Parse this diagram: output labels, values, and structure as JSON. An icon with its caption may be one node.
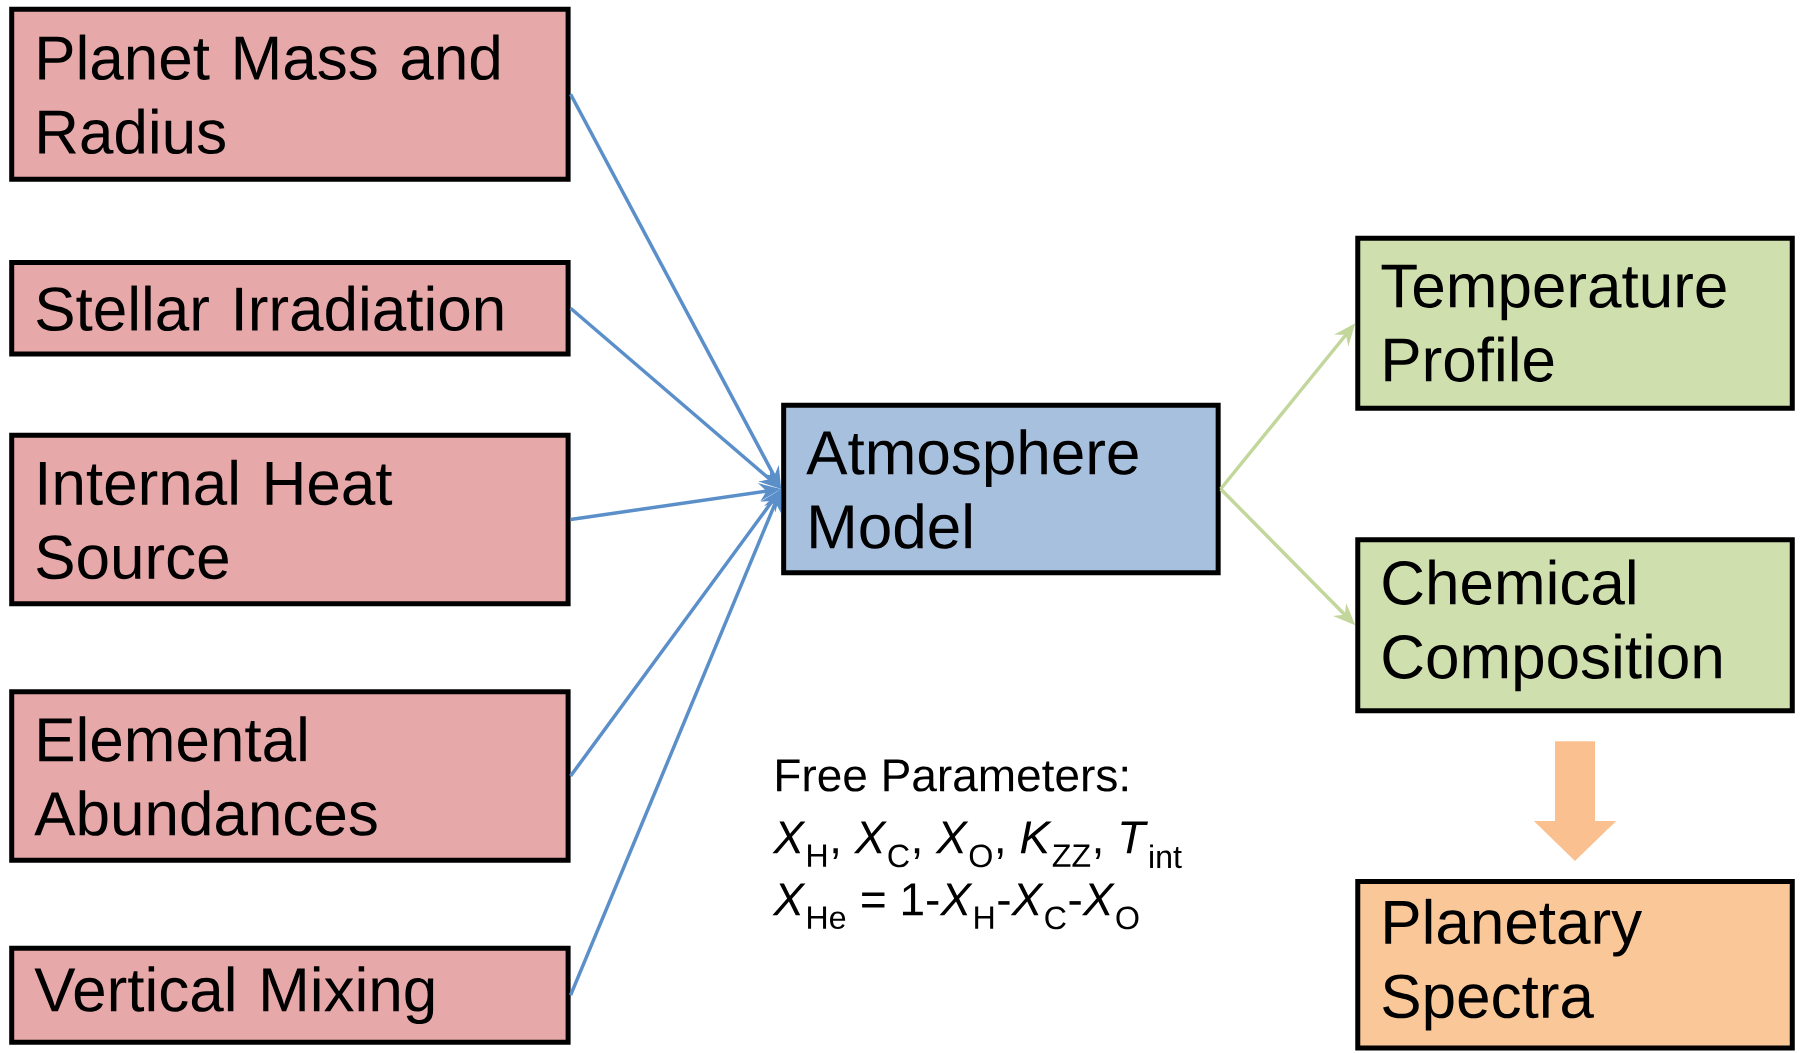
{
  "diagram": {
    "nodes": [
      {
        "text": [
          "Planet Mass and Radius"
        ]
      },
      {
        "text": [
          "Stellar Irradiation"
        ]
      },
      {
        "text": [
          "Internal Heat Source"
        ]
      },
      {
        "text": [
          "Elemental Abundances"
        ]
      },
      {
        "text": [
          "Vertical Mixing"
        ]
      },
      {
        "text": [
          "Atmosphere Model"
        ]
      },
      {
        "text": [
          "Temperature Profile"
        ]
      },
      {
        "text": [
          "Chemical Composition"
        ]
      },
      {
        "text": [
          "Planetary Spectra"
        ]
      }
    ],
    "edges": [
      {
        "from": 0,
        "to": 5,
        "arrow": "to"
      },
      {
        "from": 1,
        "to": 5,
        "arrow": "to"
      },
      {
        "from": 2,
        "to": 5,
        "arrow": "to"
      },
      {
        "from": 3,
        "to": 5,
        "arrow": "to"
      },
      {
        "from": 4,
        "to": 5,
        "arrow": "to"
      },
      {
        "from": 5,
        "to": 6,
        "arrow": "to",
        "color": "#c3d69b"
      },
      {
        "from": 5,
        "to": 7,
        "arrow": "to",
        "color": "#c3d69b"
      },
      {
        "from": 7,
        "to": 8,
        "arrow": "to",
        "style": "thick",
        "color": "#fac090"
      }
    ],
    "labels": [
      "Free Parameters:",
      "*X*$_{H}$, *X*$_{C}$, *X*$_{O}$, *K*$_{ZZ}$, *T*$_{int}$",
      "*X*$_{He}$ = 1-*X*$_{H}$-*X*$_{C}$-*X*$_{O}$"
    ]
  }
}
